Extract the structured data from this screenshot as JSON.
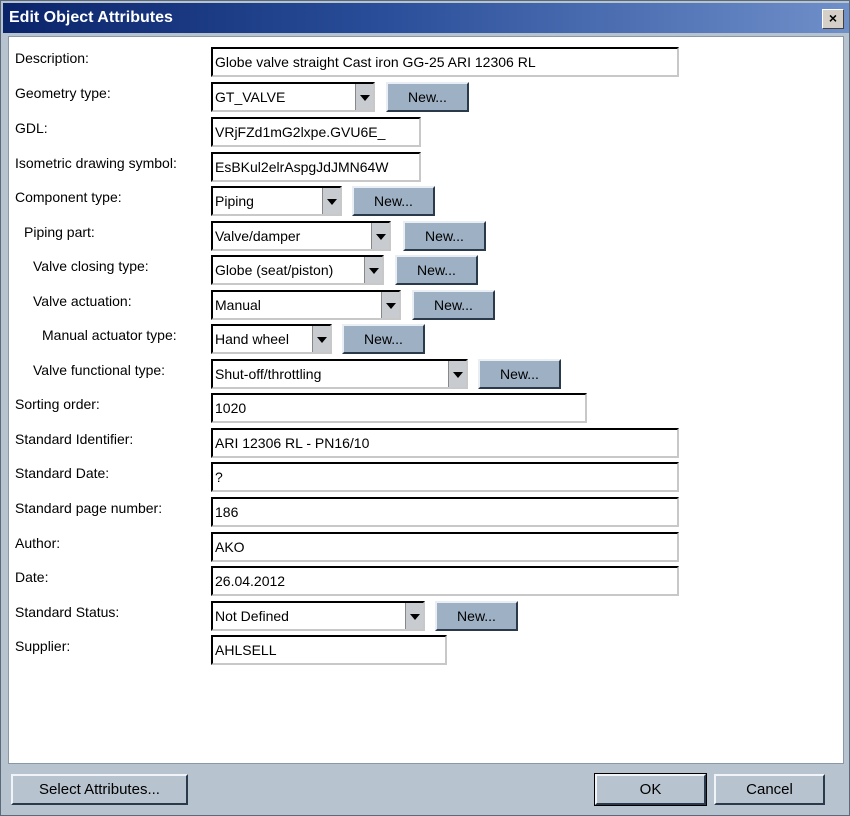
{
  "window": {
    "title": "Edit Object Attributes",
    "close_label": "×"
  },
  "new_label": "New...",
  "fields": {
    "description": {
      "label": "Description:",
      "value": "Globe valve straight Cast iron GG-25 ARI 12306 RL"
    },
    "geometry_type": {
      "label": "Geometry type:",
      "value": "GT_VALVE"
    },
    "gdl": {
      "label": "GDL:",
      "value": "VRjFZd1mG2lxpe.GVU6E_"
    },
    "isometric_symbol": {
      "label": "Isometric drawing symbol:",
      "value": "EsBKul2elrAspgJdJMN64W"
    },
    "component_type": {
      "label": "Component type:",
      "value": "Piping"
    },
    "piping_part": {
      "label": "Piping part:",
      "value": "Valve/damper"
    },
    "valve_closing_type": {
      "label": "Valve closing type:",
      "value": "Globe (seat/piston)"
    },
    "valve_actuation": {
      "label": "Valve actuation:",
      "value": "Manual"
    },
    "manual_actuator_type": {
      "label": "Manual actuator type:",
      "value": "Hand wheel"
    },
    "valve_functional_type": {
      "label": "Valve functional type:",
      "value": "Shut-off/throttling"
    },
    "sorting_order": {
      "label": "Sorting order:",
      "value": "1020"
    },
    "standard_identifier": {
      "label": "Standard Identifier:",
      "value": "ARI 12306 RL - PN16/10"
    },
    "standard_date": {
      "label": "Standard Date:",
      "value": "?"
    },
    "standard_page_number": {
      "label": "Standard page number:",
      "value": "186"
    },
    "author": {
      "label": "Author:",
      "value": "AKO"
    },
    "date": {
      "label": "Date:",
      "value": "26.04.2012"
    },
    "standard_status": {
      "label": "Standard Status:",
      "value": "Not Defined"
    },
    "supplier": {
      "label": "Supplier:",
      "value": "AHLSELL"
    }
  },
  "footer": {
    "select_attributes": "Select Attributes...",
    "ok": "OK",
    "cancel": "Cancel"
  }
}
